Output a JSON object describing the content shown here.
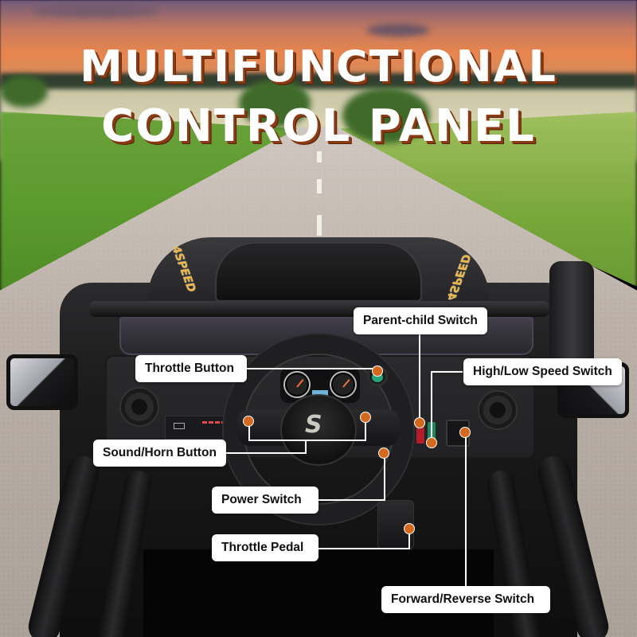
{
  "title": {
    "line1": "MULTIFUNCTIONAL",
    "line2": "CONTROL PANEL"
  },
  "vehicle": {
    "hood_decal_left": "4SPEED",
    "hood_decal_right": "4SPEED",
    "steering_logo": "S"
  },
  "callouts": [
    {
      "id": "parent-child-switch",
      "label": "Parent-child Switch"
    },
    {
      "id": "high-low-speed-switch",
      "label": "High/Low Speed Switch"
    },
    {
      "id": "throttle-button",
      "label": "Throttle Button"
    },
    {
      "id": "sound-horn-button",
      "label": "Sound/Horn Button"
    },
    {
      "id": "power-switch",
      "label": "Power Switch"
    },
    {
      "id": "throttle-pedal",
      "label": "Throttle Pedal"
    },
    {
      "id": "forward-reverse-switch",
      "label": "Forward/Reverse Switch"
    }
  ],
  "colors": {
    "callout_dot": "#d2691e",
    "callout_label_bg": "#ffffff",
    "title_text": "#ffffff",
    "title_shadow": "#8a3b14",
    "throttle_button": "#22a57a",
    "parent_child_switch": "#b51d2a",
    "speed_switch": "#1e8a5a"
  }
}
